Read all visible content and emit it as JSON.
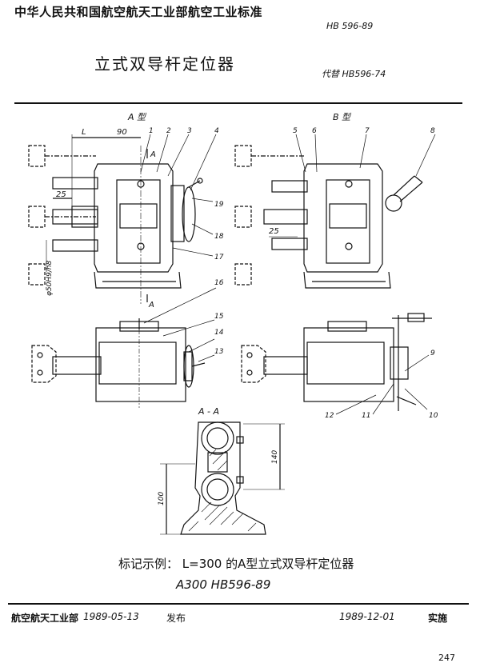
{
  "header": {
    "ministry_standard": "中华人民共和国航空航天工业部航空工业标准",
    "standard_number": "HB 596-89",
    "title": "立式双导杆定位器",
    "replaces": "代替 HB596-74"
  },
  "drawing": {
    "view_a_label": "A 型",
    "view_b_label": "B 型",
    "section_label": "A - A",
    "dim_L": "L",
    "dim_90": "90",
    "dim_25": "25",
    "dim_25b": "25",
    "dim_phi": "φ50H9/h8",
    "dim_140": "140",
    "dim_100": "100",
    "section_marker_top": "A",
    "section_marker_bottom": "A",
    "part_numbers": [
      "1",
      "2",
      "3",
      "4",
      "5",
      "6",
      "7",
      "8",
      "9",
      "10",
      "11",
      "12",
      "13",
      "14",
      "15",
      "16",
      "17",
      "18",
      "19"
    ]
  },
  "marking_example": {
    "line1": "标记示例： L=300 的A型立式双导杆定位器",
    "line2": "A300  HB596-89"
  },
  "footer": {
    "issuer": "航空航天工业部",
    "publish_date": "1989-05-13",
    "publish_word": "发布",
    "implement_date": "1989-12-01",
    "implement_word": "实施"
  },
  "page_number": "247"
}
